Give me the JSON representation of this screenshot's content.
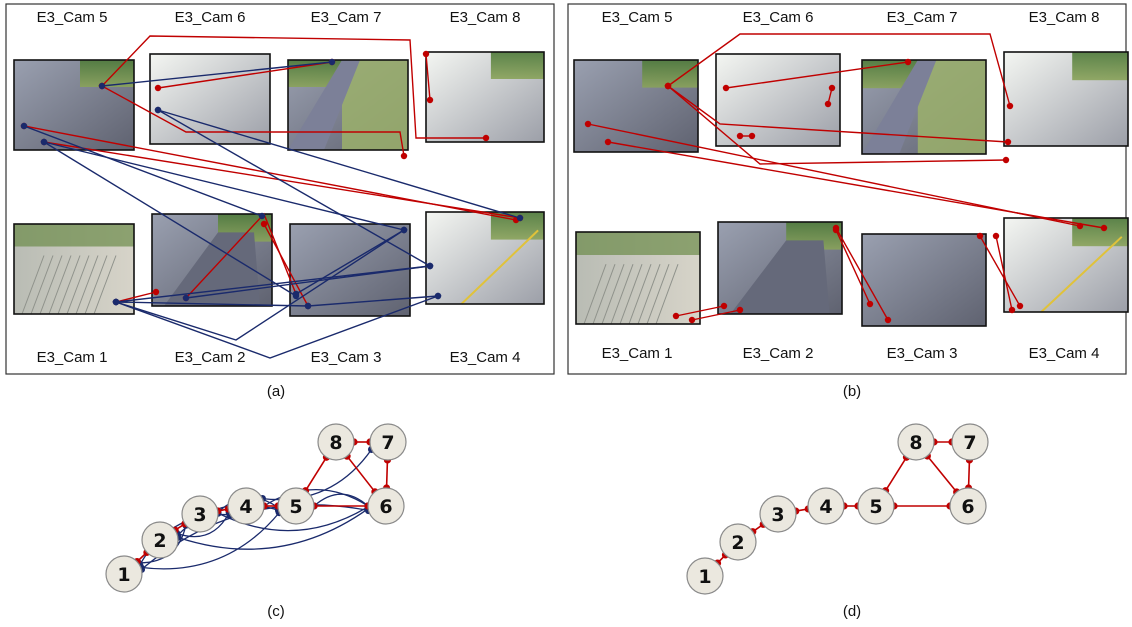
{
  "panels": {
    "a": {
      "caption": "(a)",
      "cameras": [
        {
          "id": "5",
          "label": "E3_Cam 5"
        },
        {
          "id": "6",
          "label": "E3_Cam 6"
        },
        {
          "id": "7",
          "label": "E3_Cam 7"
        },
        {
          "id": "8",
          "label": "E3_Cam 8"
        },
        {
          "id": "1",
          "label": "E3_Cam 1"
        },
        {
          "id": "2",
          "label": "E3_Cam 2"
        },
        {
          "id": "3",
          "label": "E3_Cam 3"
        },
        {
          "id": "4",
          "label": "E3_Cam 4"
        }
      ]
    },
    "b": {
      "caption": "(b)",
      "cameras": [
        {
          "id": "5",
          "label": "E3_Cam 5"
        },
        {
          "id": "6",
          "label": "E3_Cam 6"
        },
        {
          "id": "7",
          "label": "E3_Cam 7"
        },
        {
          "id": "8",
          "label": "E3_Cam 8"
        },
        {
          "id": "1",
          "label": "E3_Cam 1"
        },
        {
          "id": "2",
          "label": "E3_Cam 2"
        },
        {
          "id": "3",
          "label": "E3_Cam 3"
        },
        {
          "id": "4",
          "label": "E3_Cam 4"
        }
      ]
    },
    "c": {
      "caption": "(c)",
      "nodes": [
        "1",
        "2",
        "3",
        "4",
        "5",
        "6",
        "7",
        "8"
      ]
    },
    "d": {
      "caption": "(d)",
      "nodes": [
        "1",
        "2",
        "3",
        "4",
        "5",
        "6",
        "7",
        "8"
      ]
    }
  },
  "graphs": {
    "true_links": [
      [
        "1",
        "2"
      ],
      [
        "2",
        "3"
      ],
      [
        "3",
        "4"
      ],
      [
        "4",
        "5"
      ],
      [
        "5",
        "6"
      ],
      [
        "5",
        "8"
      ],
      [
        "6",
        "8"
      ],
      [
        "8",
        "7"
      ],
      [
        "7",
        "6"
      ]
    ],
    "false_links": [
      [
        "1",
        "3"
      ],
      [
        "1",
        "4"
      ],
      [
        "1",
        "5"
      ],
      [
        "1",
        "6"
      ],
      [
        "2",
        "4"
      ],
      [
        "2",
        "5"
      ],
      [
        "2",
        "6"
      ],
      [
        "3",
        "5"
      ],
      [
        "3",
        "6"
      ],
      [
        "4",
        "6"
      ],
      [
        "4",
        "7"
      ],
      [
        "5",
        "6"
      ]
    ]
  },
  "colors": {
    "true_link": "#c00000",
    "false_link": "#1a2a6c",
    "node_fill": "#ebe8df",
    "node_stroke": "#8a8a8a",
    "panel_border": "#333333"
  }
}
